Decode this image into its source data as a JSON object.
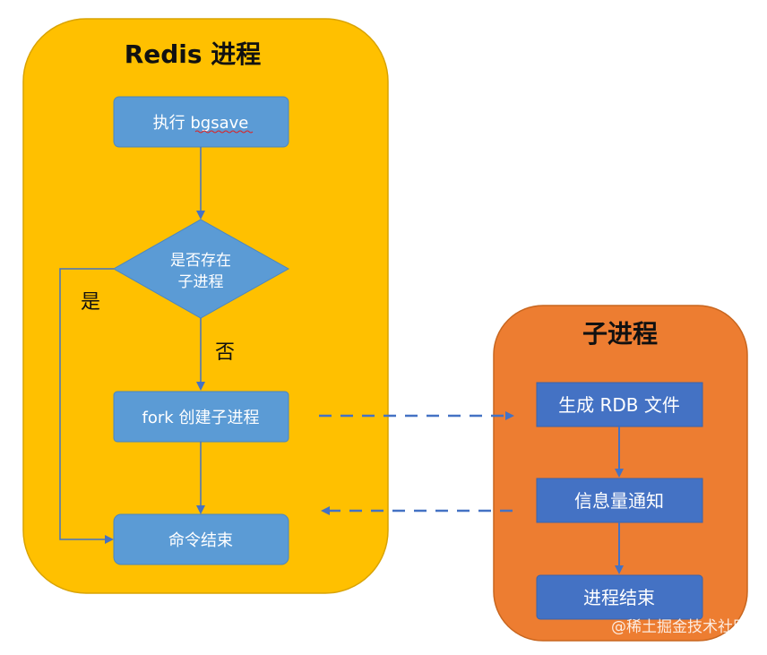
{
  "colors": {
    "redis_bg": "#FFC000",
    "redis_border": "#D9A300",
    "child_bg": "#ED7D31",
    "child_border": "#C8661F",
    "box_light": "#5B9BD5",
    "box_dark": "#4472C4",
    "arrow": "#4472C4",
    "line": "#5B87C5"
  },
  "redis_process": {
    "title": "Redis 进程",
    "exec_bgsave": "执行 bgsave",
    "decision_line1": "是否存在",
    "decision_line2": "子进程",
    "label_yes": "是",
    "label_no": "否",
    "fork": "fork 创建子进程",
    "end": "命令结束"
  },
  "child_process": {
    "title": "子进程",
    "gen_rdb": "生成 RDB 文件",
    "signal": "信息量通知",
    "end": "进程结束"
  },
  "watermark": "@稀土掘金技术社区"
}
